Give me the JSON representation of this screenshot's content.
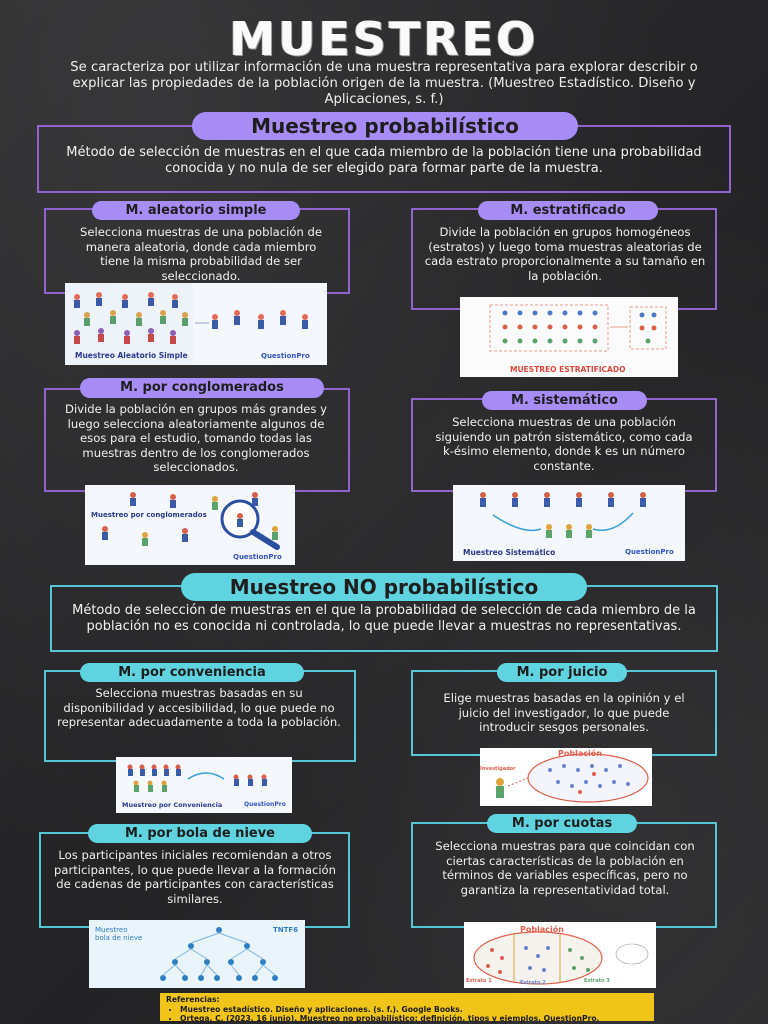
{
  "title": "MUESTREO",
  "intro": "Se caracteriza por utilizar información de una muestra representativa para explorar describir o explicar las propiedades de la población origen de la muestra. (Muestreo Estadístico. Diseño y Aplicaciones, s. f.)",
  "probabilistic": {
    "heading": "Muestreo probabilístico",
    "definition": "Método de selección de muestras en el que cada miembro de la población tiene una probabilidad conocida y no nula de ser elegido para formar parte de la muestra.",
    "methods": [
      {
        "label": "M. aleatorio simple",
        "text": "Selecciona muestras de una población de manera aleatoria, donde cada miembro tiene la misma probabilidad de ser seleccionado.",
        "image_caption": "Muestreo Aleatorio Simple",
        "image_brand": "QuestionPro"
      },
      {
        "label": "M. estratificado",
        "text": "Divide la población en grupos homogéneos (estratos) y luego toma muestras aleatorias de cada estrato proporcionalmente a su tamaño en la población.",
        "image_caption": "MUESTREO ESTRATIFICADO"
      },
      {
        "label": "M. por conglomerados",
        "text": "Divide la población en grupos más grandes y luego selecciona aleatoriamente algunos de esos para el estudio, tomando todas las muestras dentro de los conglomerados seleccionados.",
        "image_caption": "Muestreo por conglomerados",
        "image_brand": "QuestionPro"
      },
      {
        "label": "M. sistemático",
        "text": "Selecciona muestras de una población siguiendo un patrón sistemático, como cada k-ésimo elemento, donde k es un número constante.",
        "image_caption": "Muestreo Sistemático",
        "image_brand": "QuestionPro"
      }
    ]
  },
  "non_probabilistic": {
    "heading": "Muestreo NO probabilístico",
    "definition": "Método de selección de muestras en el que la probabilidad de selección de cada miembro de la población no es conocida ni controlada, lo que puede llevar a muestras no representativas.",
    "methods": [
      {
        "label": "M. por conveniencia",
        "text": "Selecciona muestras basadas en su disponibilidad y accesibilidad, lo que puede no representar adecuadamente a toda la población.",
        "image_caption": "Muestreo por Conveniencia",
        "image_brand": "QuestionPro"
      },
      {
        "label": "M. por juicio",
        "text": "Elige muestras basadas en la opinión y el juicio del investigador, lo que puede introducir sesgos personales.",
        "image_caption": "Población",
        "image_side_label": "Investigador"
      },
      {
        "label": "M. por bola de nieve",
        "text": "Los participantes iniciales recomiendan a otros participantes, lo que puede llevar a la formación de cadenas de participantes con características similares.",
        "image_caption": "Muestreo\nbola de nieve",
        "image_brand": "TNTF6"
      },
      {
        "label": "M. por cuotas",
        "text": "Selecciona muestras para que coincidan con ciertas características de la población en términos de variables específicas, pero no garantiza la representatividad total.",
        "image_caption": "Población",
        "image_labels": [
          "Estrato 1",
          "Estrato 2",
          "Estrato 3"
        ]
      }
    ]
  },
  "references": {
    "heading": "Referencias:",
    "items": [
      "Muestreo estadístico. Diseño y aplicaciones. (s. f.). Google Books.",
      "Ortega, C. (2023, 16 junio). Muestreo no probabilístico: definición, tipos y ejemplos. QuestionPro."
    ]
  },
  "colors": {
    "purple": "#a88cf5",
    "purple_border": "#8f64cf",
    "teal": "#5fd3e0",
    "teal_border": "#56c6d6",
    "yellow": "#f0c419",
    "background": "#2b2b2d"
  }
}
